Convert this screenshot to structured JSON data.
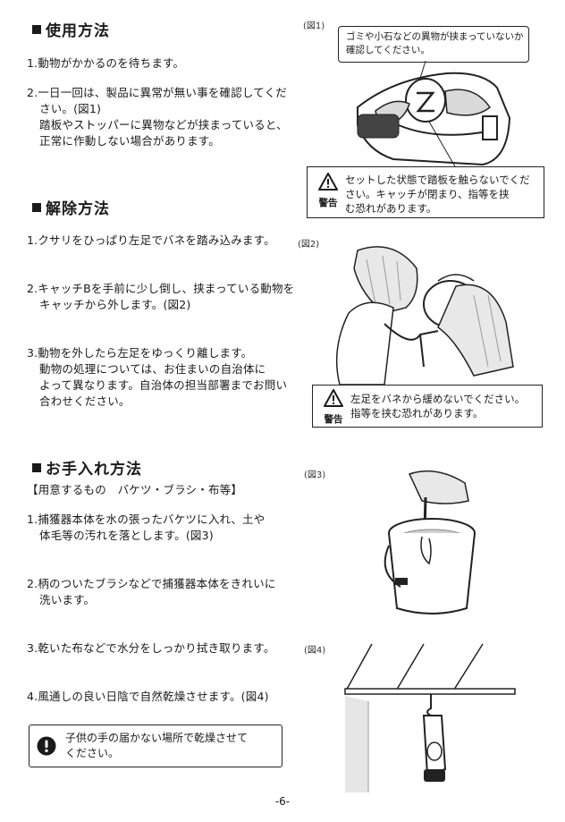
{
  "sections": {
    "usage": {
      "title": "使用方法",
      "step1": "1.動物がかかるのを待ちます。",
      "step2_line1": "2.一日一回は、製品に異常が無い事を確認してくだ",
      "step2_line2": "さい。(図1)",
      "step2_line3": "踏板やストッパーに異物などが挟まっていると、",
      "step2_line4": "正常に作動しない場合があります。"
    },
    "release": {
      "title": "解除方法",
      "step1": "1.クサリをひっぱり左足でバネを踏み込みます。",
      "step2_line1": "2.キャッチBを手前に少し倒し、挟まっている動物を",
      "step2_line2": "キャッチから外します。(図2)",
      "step3_line1": "3.動物を外したら左足をゆっくり離します。",
      "step3_line2": "動物の処理については、お住まいの自治体に",
      "step3_line3": "よって異なります。自治体の担当部署までお問い",
      "step3_line4": "合わせください。"
    },
    "care": {
      "title": "お手入れ方法",
      "materials": "【用意するもの　バケツ・ブラシ・布等】",
      "step1_line1": "1.捕獲器本体を水の張ったバケツに入れ、土や",
      "step1_line2": "体毛等の汚れを落とします。(図3)",
      "step2_line1": "2.柄のついたブラシなどで捕獲器本体をきれいに",
      "step2_line2": "洗います。",
      "step3": "3.乾いた布などで水分をしっかり拭き取ります。",
      "step4": "4.風通しの良い日陰で自然乾燥させます。(図4)",
      "notice_line1": "子供の手の届かない場所で乾燥させて",
      "notice_line2": "ください。"
    }
  },
  "figures": {
    "fig1": {
      "label": "(図1)",
      "callout_line1": "ゴミや小石などの異物が挟まっていないか",
      "callout_line2": "確認してください。",
      "warning_word": "警告",
      "warning_line1": "セットした状態で踏板を触らないでくだ",
      "warning_line2": "さい。キャッチが閉まり、指等を挟",
      "warning_line3": "む恐れがあります。"
    },
    "fig2": {
      "label": "(図2)",
      "warning_word": "警告",
      "warning_line1": "左足をバネから緩めないでください。",
      "warning_line2": "指等を挟む恐れがあります。"
    },
    "fig3": {
      "label": "(図3)"
    },
    "fig4": {
      "label": "(図4)"
    }
  },
  "page_number": "-6-"
}
